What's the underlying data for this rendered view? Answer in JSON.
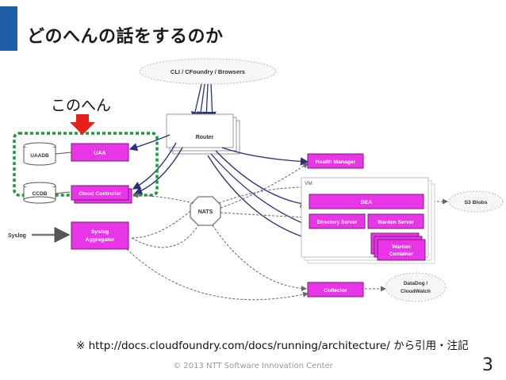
{
  "slide": {
    "title": "どのへんの話をするのか",
    "annotation": "このへん",
    "note": "※ http://docs.cloudfoundry.com/docs/running/architecture/ から引用・注記",
    "footer": "© 2013  NTT Software Innovation Center",
    "page_number": "3"
  },
  "diagram": {
    "cloud_top": "CLI / CFoundry / Browsers",
    "router": "Router",
    "uaa": "UAA",
    "uaadb": "UAADB",
    "ccdb": "CCDB",
    "cloud_controller": "Cloud Controller",
    "syslog": "Syslog",
    "syslog_aggregator_line1": "Syslog",
    "syslog_aggregator_line2": "Aggregator",
    "nats": "NATS",
    "health_manager": "Health Manager",
    "vm": "VM",
    "dea": "DEA",
    "directory_server": "Directory Server",
    "warden_server": "Warden Server",
    "warden_container_line1": "Warden",
    "warden_container_line2": "Container",
    "s3_blobs": "S3 Blobs",
    "collector": "Collector",
    "datadog_line1": "DataDog /",
    "datadog_line2": "CloudWatch"
  },
  "colors": {
    "accent": "#1f5ea8",
    "component": "#e835e8",
    "highlight_border": "#1a9a3a",
    "arrow_dark": "#26307a",
    "pointer_red": "#e8201c"
  }
}
